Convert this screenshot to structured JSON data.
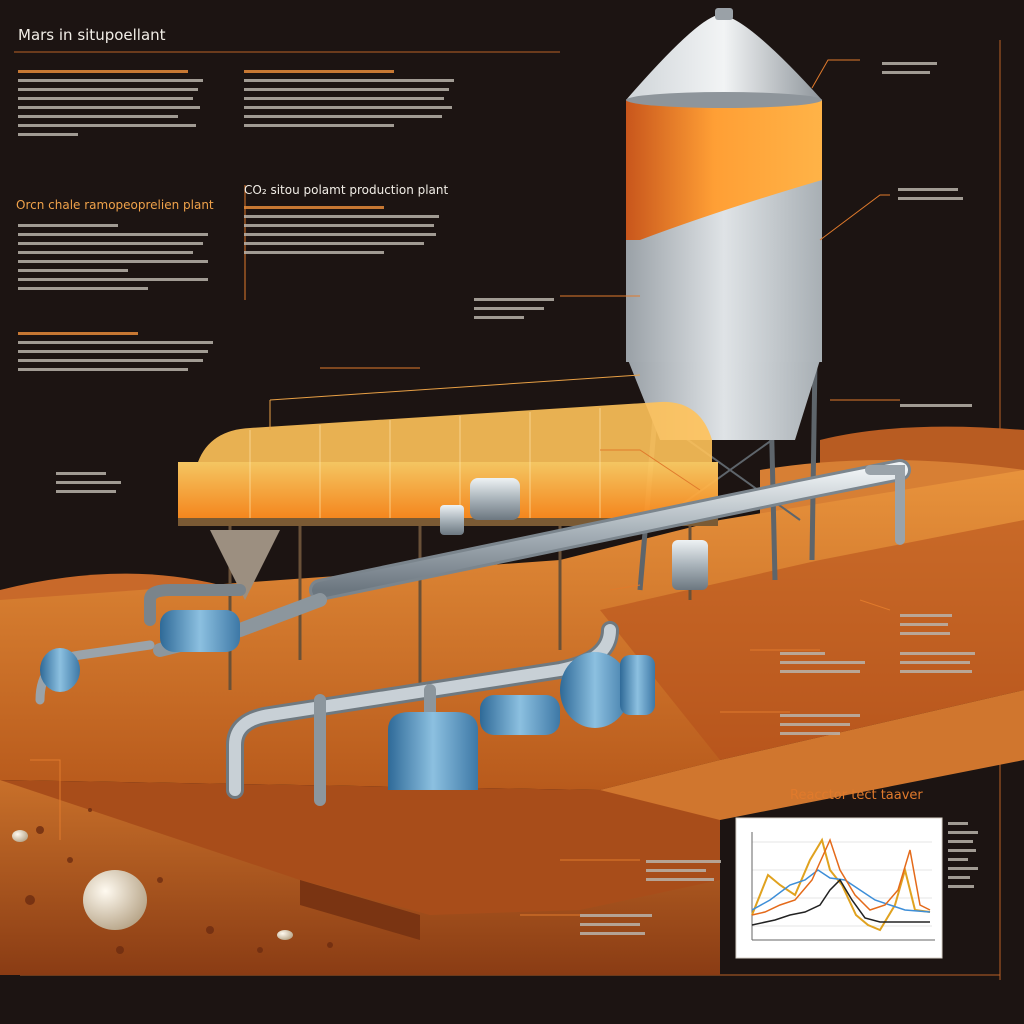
{
  "title": "Mars in situpoellant",
  "headings": {
    "plant_left": "Orcn chale ramopeoprelien plant",
    "plant_center": "CO₂ sitou polamt production plant"
  },
  "chart": {
    "title": "Reacctor tect taaver"
  },
  "colors": {
    "background": "#1c1412",
    "accent_orange": "#e58a3a",
    "mars_ground": "#c96a26",
    "pipe_blue": "#4f89b8",
    "silo_gray": "#b9bec4"
  },
  "icons": [
    "callout-line",
    "storage-silo",
    "greenhouse-module",
    "pump-unit",
    "pipeline"
  ]
}
